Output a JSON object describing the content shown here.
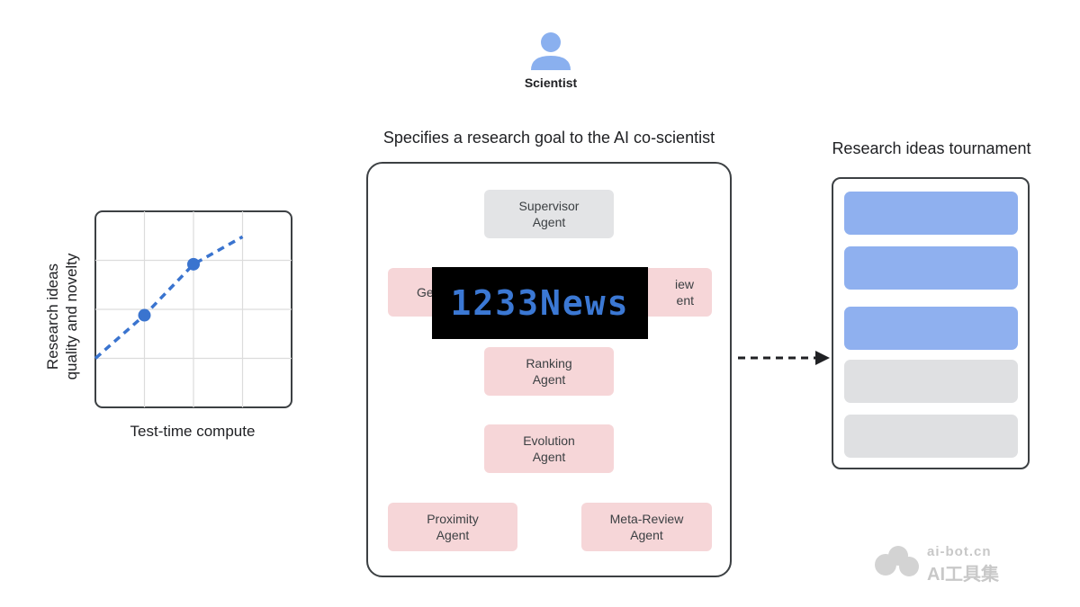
{
  "scientist": {
    "label": "Scientist",
    "icon": "person-icon"
  },
  "chart": {
    "xlabel": "Test-time compute",
    "ylabel_line1": "Research ideas",
    "ylabel_line2": "quality and novelty"
  },
  "chart_data": {
    "type": "line",
    "title": "",
    "xlabel": "Test-time compute",
    "ylabel": "Research ideas quality and novelty",
    "grid": true,
    "legend": "none",
    "series": [
      {
        "x": [
          0.0,
          0.25,
          0.5,
          0.75
        ],
        "y": [
          0.25,
          0.47,
          0.73,
          0.87
        ],
        "line_style": "dashed",
        "color": "#3a74cf"
      }
    ],
    "markers": {
      "x": [
        0.25,
        0.5
      ],
      "y": [
        0.47,
        0.73
      ]
    },
    "xlim": [
      0,
      1
    ],
    "ylim": [
      0,
      1
    ]
  },
  "center": {
    "title": "Specifies a research goal to the AI co-scientist",
    "agents": {
      "supervisor": "Supervisor\nAgent",
      "generation_partial": "Ge",
      "reflection_partial_top": "iew",
      "reflection_partial_bottom": "ent",
      "ranking": "Ranking\nAgent",
      "evolution": "Evolution\nAgent",
      "proximity": "Proximity\nAgent",
      "meta_review": "Meta-Review\nAgent"
    }
  },
  "watermark": {
    "text": "1233News"
  },
  "tournament": {
    "title": "Research ideas tournament",
    "slots": [
      {
        "state": "highlighted",
        "color": "#8fb0ef"
      },
      {
        "state": "highlighted",
        "color": "#8fb0ef"
      },
      {
        "state": "highlighted",
        "color": "#8fb0ef"
      },
      {
        "state": "empty",
        "color": "#dfe0e2"
      },
      {
        "state": "empty",
        "color": "#dfe0e2"
      }
    ]
  },
  "brand": {
    "domain": "ai-bot.cn",
    "name": "AI工具集"
  },
  "colors": {
    "pink": "#f6d6d8",
    "gray": "#e3e4e6",
    "blue": "#3a74cf",
    "highlight": "#8fb0ef"
  }
}
